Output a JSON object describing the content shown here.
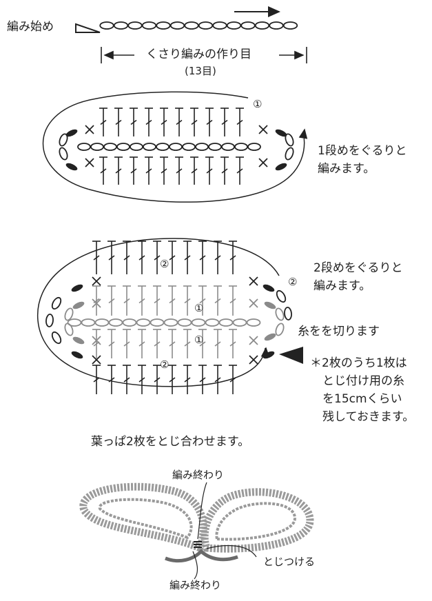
{
  "start_label": "編み始め",
  "chain_label": "くさり編みの作り目",
  "chain_count": "(13目)",
  "row1_marker": "①",
  "row2_marker": "②",
  "row1_text": [
    "1段めをぐるりと",
    "編みます。"
  ],
  "row2_text": [
    "2段めをぐるりと",
    "編みます。"
  ],
  "cut_text": "糸をを切ります",
  "note_text": [
    "＊2枚のうち1枚は",
    "とじ付け用の糸",
    "を15cmくらい",
    "残しておきます。"
  ],
  "join_title": "葉っぱ2枚をとじ合わせます。",
  "end_label_top": "編み終わり",
  "end_label_bottom": "編み終わり",
  "join_label": "とじつける",
  "colors": {
    "ink": "#222222",
    "row1_gray": "#8a8a8a",
    "leaf_gray": "#9a9a9a"
  }
}
